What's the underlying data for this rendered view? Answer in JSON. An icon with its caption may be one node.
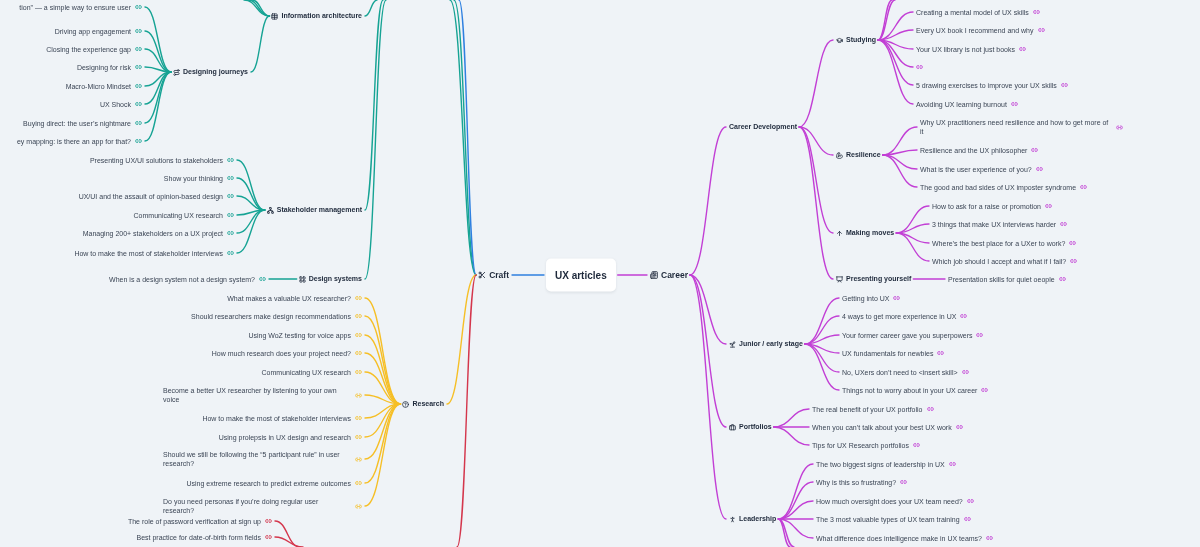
{
  "diagram": {
    "nodes": [
      {
        "text": [
          "UX articles"
        ]
      },
      {
        "text": [
          "Craft"
        ]
      },
      {
        "text": [
          "Career"
        ]
      },
      {
        "text": [
          "Information architecture"
        ]
      },
      {
        "text": [
          "Designing journeys"
        ]
      },
      {
        "text": [
          "tion” — a simple way to ensure user"
        ]
      },
      {
        "text": [
          "Driving app engagement"
        ]
      },
      {
        "text": [
          "Closing the experience gap"
        ]
      },
      {
        "text": [
          "Designing for risk"
        ]
      },
      {
        "text": [
          "Macro-Micro Mindset"
        ]
      },
      {
        "text": [
          "UX Shock"
        ]
      },
      {
        "text": [
          "Buying direct: the user’s nightmare"
        ]
      },
      {
        "text": [
          "ey mapping: is there an app for that?"
        ]
      },
      {
        "text": [
          "Stakeholder management"
        ]
      },
      {
        "text": [
          "Presenting UX/UI solutions to stakeholders"
        ]
      },
      {
        "text": [
          "Show your thinking"
        ]
      },
      {
        "text": [
          "UX/UI and the assault of opinion-based design"
        ]
      },
      {
        "text": [
          "Communicating UX research"
        ]
      },
      {
        "text": [
          "Managing 200+ stakeholders on a UX project"
        ]
      },
      {
        "text": [
          "How to make the most of stakeholder interviews"
        ]
      },
      {
        "text": [
          "Design systems"
        ]
      },
      {
        "text": [
          "When is a design system not a design system?"
        ]
      },
      {
        "text": [
          "Research"
        ]
      },
      {
        "text": [
          "What makes a valuable UX researcher?"
        ]
      },
      {
        "text": [
          "Should researchers make design recommendations"
        ]
      },
      {
        "text": [
          "Using WoZ testing for voice apps"
        ]
      },
      {
        "text": [
          "How much research does your project need?"
        ]
      },
      {
        "text": [
          "Communicating UX research"
        ]
      },
      {
        "text": [
          "Become a better UX researcher by listening to your own voice"
        ]
      },
      {
        "text": [
          "How to make the most of stakeholder interviews"
        ]
      },
      {
        "text": [
          "Using prolepsis in UX design and research"
        ]
      },
      {
        "text": [
          "Should we still be following the “5 participant rule” in user research?"
        ]
      },
      {
        "text": [
          "Using extreme research to predict extreme outcomes"
        ]
      },
      {
        "text": [
          "Do you need personas if you’re doing regular user research?"
        ]
      },
      {
        "text": [
          "The role of password verification at sign up"
        ]
      },
      {
        "text": [
          "Best practice for date-of-birth form fields"
        ]
      },
      {
        "text": [
          "Career Development"
        ]
      },
      {
        "text": [
          "Studying"
        ]
      },
      {
        "text": [
          "Creating a mental model of UX skills"
        ]
      },
      {
        "text": [
          "Every UX book I recommend and why"
        ]
      },
      {
        "text": [
          "Your UX library is not just books"
        ]
      },
      {
        "text": [],
        "shape": "icon"
      },
      {
        "text": [
          "5 drawing exercises to improve your UX skills"
        ]
      },
      {
        "text": [
          "Avoiding UX learning burnout"
        ]
      },
      {
        "text": [
          "Resilience"
        ]
      },
      {
        "text": [
          "Why UX practitioners need resilience and how to get more of it"
        ]
      },
      {
        "text": [
          "Resilience and the UX philosopher"
        ]
      },
      {
        "text": [
          "What is the user experience of you?"
        ]
      },
      {
        "text": [
          "The good and bad sides of UX imposter syndrome"
        ]
      },
      {
        "text": [
          "Making moves"
        ]
      },
      {
        "text": [
          "How to ask for a raise or promotion"
        ]
      },
      {
        "text": [
          "3 things that make UX interviews harder"
        ]
      },
      {
        "text": [
          "Where’s the best place for a UXer to work?"
        ]
      },
      {
        "text": [
          "Which job should I accept and what if I fail?"
        ]
      },
      {
        "text": [
          "Presenting yourself"
        ]
      },
      {
        "text": [
          "Presentation skills for quiet oeople"
        ]
      },
      {
        "text": [
          "Junior / early stage"
        ]
      },
      {
        "text": [
          "Getting into UX"
        ]
      },
      {
        "text": [
          "4 ways to get more experience in UX"
        ]
      },
      {
        "text": [
          "Your former career gave you superpowers"
        ]
      },
      {
        "text": [
          "UX fundamentals for newbies"
        ]
      },
      {
        "text": [
          "No, UXers don’t need to <insert skill>"
        ]
      },
      {
        "text": [
          "Things not to worry about in your UX career"
        ]
      },
      {
        "text": [
          "Portfolios"
        ]
      },
      {
        "text": [
          "The real benefit of your UX portfolio"
        ]
      },
      {
        "text": [
          "When you can’t talk about your best UX work"
        ]
      },
      {
        "text": [
          "Tips for UX Research portfolios"
        ]
      },
      {
        "text": [
          "Leadership"
        ]
      },
      {
        "text": [
          "The two biggest signs of leadership in UX"
        ]
      },
      {
        "text": [
          "Why is this so frustrating?"
        ]
      },
      {
        "text": [
          "How much oversight does your UX team need?"
        ]
      },
      {
        "text": [
          "The 3 most valuable types of UX team training"
        ]
      },
      {
        "text": [
          "What difference does intelligence make in UX teams?"
        ]
      }
    ],
    "edges": [
      {
        "from": 0,
        "to": 1,
        "arrow": "none",
        "color": "#2f80e0"
      },
      {
        "from": 0,
        "to": 2,
        "arrow": "none"
      },
      {
        "from": 1,
        "to": null,
        "arrow": "none",
        "color": "#16a394"
      },
      {
        "from": 1,
        "to": null,
        "arrow": "none",
        "color": "#16a394"
      },
      {
        "from": 1,
        "to": null,
        "arrow": "none",
        "color": "#2f80e0"
      },
      {
        "from": 1,
        "to": 22,
        "arrow": "none",
        "color": "#f6bf26"
      },
      {
        "from": 1,
        "to": null,
        "arrow": "none",
        "color": "#d4364c"
      },
      {
        "from": null,
        "to": 3,
        "arrow": "none",
        "color": "#16a394"
      },
      {
        "from": 3,
        "to": null,
        "arrow": "none",
        "color": "#16a394"
      },
      {
        "from": 3,
        "to": null,
        "arrow": "none",
        "color": "#16a394"
      },
      {
        "from": 3,
        "to": null,
        "arrow": "none",
        "color": "#16a394"
      },
      {
        "from": 3,
        "to": 4,
        "arrow": "none",
        "color": "#16a394"
      },
      {
        "from": 4,
        "to": 5,
        "arrow": "none",
        "color": "#16a394"
      },
      {
        "from": 4,
        "to": 6,
        "arrow": "none",
        "color": "#16a394"
      },
      {
        "from": 4,
        "to": 7,
        "arrow": "none",
        "color": "#16a394"
      },
      {
        "from": 4,
        "to": 8,
        "arrow": "none",
        "color": "#16a394"
      },
      {
        "from": 4,
        "to": 9,
        "arrow": "none",
        "color": "#16a394"
      },
      {
        "from": 4,
        "to": 10,
        "arrow": "none",
        "color": "#16a394"
      },
      {
        "from": 4,
        "to": 11,
        "arrow": "none",
        "color": "#16a394"
      },
      {
        "from": 4,
        "to": 12,
        "arrow": "none",
        "color": "#16a394"
      },
      {
        "from": null,
        "to": 13,
        "arrow": "none",
        "color": "#16a394"
      },
      {
        "from": 13,
        "to": 14,
        "arrow": "none",
        "color": "#16a394"
      },
      {
        "from": 13,
        "to": 15,
        "arrow": "none",
        "color": "#16a394"
      },
      {
        "from": 13,
        "to": 16,
        "arrow": "none",
        "color": "#16a394"
      },
      {
        "from": 13,
        "to": 17,
        "arrow": "none",
        "color": "#16a394"
      },
      {
        "from": 13,
        "to": 18,
        "arrow": "none",
        "color": "#16a394"
      },
      {
        "from": 13,
        "to": 19,
        "arrow": "none",
        "color": "#16a394"
      },
      {
        "from": null,
        "to": 20,
        "arrow": "none",
        "color": "#16a394"
      },
      {
        "from": 20,
        "to": 21,
        "arrow": "none",
        "color": "#16a394"
      },
      {
        "from": 22,
        "to": 23,
        "arrow": "none",
        "color": "#f6bf26"
      },
      {
        "from": 22,
        "to": 24,
        "arrow": "none",
        "color": "#f6bf26"
      },
      {
        "from": 22,
        "to": 25,
        "arrow": "none",
        "color": "#f6bf26"
      },
      {
        "from": 22,
        "to": 26,
        "arrow": "none",
        "color": "#f6bf26"
      },
      {
        "from": 22,
        "to": 27,
        "arrow": "none",
        "color": "#f6bf26"
      },
      {
        "from": 22,
        "to": 28,
        "arrow": "none",
        "color": "#f6bf26"
      },
      {
        "from": 22,
        "to": 29,
        "arrow": "none",
        "color": "#f6bf26"
      },
      {
        "from": 22,
        "to": 30,
        "arrow": "none",
        "color": "#f6bf26"
      },
      {
        "from": 22,
        "to": 31,
        "arrow": "none",
        "color": "#f6bf26"
      },
      {
        "from": 22,
        "to": 32,
        "arrow": "none",
        "color": "#f6bf26"
      },
      {
        "from": 22,
        "to": 33,
        "arrow": "none",
        "color": "#f6bf26"
      },
      {
        "from": null,
        "to": 34,
        "arrow": "none",
        "color": "#d4364c"
      },
      {
        "from": null,
        "to": 35,
        "arrow": "none",
        "color": "#d4364c"
      },
      {
        "from": 2,
        "to": 36,
        "arrow": "none"
      },
      {
        "from": 36,
        "to": 37,
        "arrow": "none"
      },
      {
        "from": 37,
        "to": null,
        "arrow": "none"
      },
      {
        "from": 37,
        "to": null,
        "arrow": "none"
      },
      {
        "from": 37,
        "to": 38,
        "arrow": "none"
      },
      {
        "from": 37,
        "to": 39,
        "arrow": "none"
      },
      {
        "from": 37,
        "to": 40,
        "arrow": "none"
      },
      {
        "from": 37,
        "to": 41,
        "arrow": "none"
      },
      {
        "from": 37,
        "to": 42,
        "arrow": "none"
      },
      {
        "from": 37,
        "to": 43,
        "arrow": "none"
      },
      {
        "from": 36,
        "to": 44,
        "arrow": "none"
      },
      {
        "from": 44,
        "to": 45,
        "arrow": "none"
      },
      {
        "from": 44,
        "to": 46,
        "arrow": "none"
      },
      {
        "from": 44,
        "to": 47,
        "arrow": "none"
      },
      {
        "from": 44,
        "to": 48,
        "arrow": "none"
      },
      {
        "from": 36,
        "to": 49,
        "arrow": "none"
      },
      {
        "from": 49,
        "to": 50,
        "arrow": "none"
      },
      {
        "from": 49,
        "to": 51,
        "arrow": "none"
      },
      {
        "from": 49,
        "to": 52,
        "arrow": "none"
      },
      {
        "from": 49,
        "to": 53,
        "arrow": "none"
      },
      {
        "from": 36,
        "to": 54,
        "arrow": "none"
      },
      {
        "from": 54,
        "to": 55,
        "arrow": "none"
      },
      {
        "from": 2,
        "to": 56,
        "arrow": "none"
      },
      {
        "from": 56,
        "to": 57,
        "arrow": "none"
      },
      {
        "from": 56,
        "to": 58,
        "arrow": "none"
      },
      {
        "from": 56,
        "to": 59,
        "arrow": "none"
      },
      {
        "from": 56,
        "to": 60,
        "arrow": "none"
      },
      {
        "from": 56,
        "to": 61,
        "arrow": "none"
      },
      {
        "from": 56,
        "to": 62,
        "arrow": "none"
      },
      {
        "from": 2,
        "to": 63,
        "arrow": "none"
      },
      {
        "from": 63,
        "to": 64,
        "arrow": "none"
      },
      {
        "from": 63,
        "to": 65,
        "arrow": "none"
      },
      {
        "from": 63,
        "to": 66,
        "arrow": "none"
      },
      {
        "from": 2,
        "to": 67,
        "arrow": "none"
      },
      {
        "from": 67,
        "to": 68,
        "arrow": "none"
      },
      {
        "from": 67,
        "to": 69,
        "arrow": "none"
      },
      {
        "from": 67,
        "to": 70,
        "arrow": "none"
      },
      {
        "from": 67,
        "to": 71,
        "arrow": "none"
      },
      {
        "from": 67,
        "to": 72,
        "arrow": "none"
      },
      {
        "from": 67,
        "to": null,
        "arrow": "none"
      },
      {
        "from": 67,
        "to": null,
        "arrow": "none"
      }
    ]
  }
}
